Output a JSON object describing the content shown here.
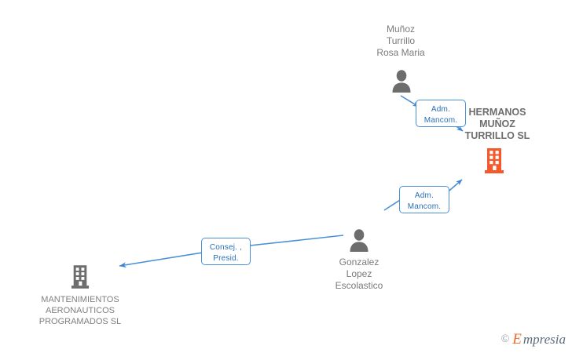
{
  "diagram": {
    "background_color": "#ffffff",
    "edge_color": "#4a90d6",
    "company_orange": "#f4592b",
    "company_gray": "#6d6d6d",
    "person_gray": "#6d6d6d",
    "nodes": [
      {
        "id": "person-munoz",
        "type": "person",
        "icon": "person-icon",
        "label": "Muñoz\nTurrillo\nRosa Maria"
      },
      {
        "id": "company-hermanos",
        "type": "company",
        "icon": "building-icon",
        "label": "HERMANOS\nMUÑOZ\nTURRILLO SL"
      },
      {
        "id": "person-gonzalez",
        "type": "person",
        "icon": "person-icon",
        "label": "Gonzalez\nLopez\nEscolastico"
      },
      {
        "id": "company-mantenimientos",
        "type": "company",
        "icon": "building-icon",
        "label": "MANTENIMIENTOS\nAERONAUTICOS\nPROGRAMADOS SL"
      }
    ],
    "edges": [
      {
        "id": "edge-munoz-hermanos",
        "from": "person-munoz",
        "to": "company-hermanos",
        "line1": "Adm.",
        "line2": "Mancom."
      },
      {
        "id": "edge-gonzalez-hermanos",
        "from": "person-gonzalez",
        "to": "company-hermanos",
        "line1": "Adm.",
        "line2": "Mancom."
      },
      {
        "id": "edge-gonzalez-mantenimientos",
        "from": "person-gonzalez",
        "to": "company-mantenimientos",
        "line1": "Consej. ,",
        "line2": "Presid."
      }
    ]
  },
  "watermark": {
    "copyright": "©",
    "brand_first": "E",
    "brand_rest": "mpresia"
  }
}
